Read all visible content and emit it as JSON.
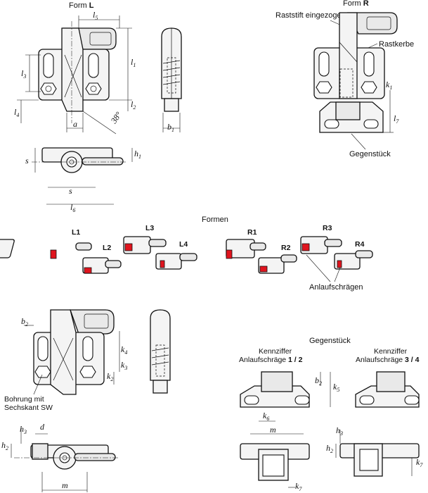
{
  "labels": {
    "form_l_prefix": "Form ",
    "form_l_letter": "L",
    "form_r_prefix": "Form ",
    "form_r_letter": "R",
    "raststift": "Raststift eingezogen",
    "rastkerbe": "Rastkerbe",
    "gegenstueck_top": "Gegenstück",
    "formen_title": "Formen",
    "anlaufschraegen": "Anlaufschrägen",
    "gegenstueck_title": "Gegenstück",
    "kennziffer_left_line1": "Kennziffer",
    "kennziffer_left_line2_prefix": "Anlaufschräge ",
    "kennziffer_left_numbers": "1 / 2",
    "kennziffer_right_line1": "Kennziffer",
    "kennziffer_right_line2_prefix": "Anlaufschräge ",
    "kennziffer_right_numbers": "3 / 4",
    "bohrung_line1": "Bohrung mit",
    "bohrung_line2": "Sechskant SW",
    "angle": "38°"
  },
  "shapes": [
    "L1",
    "L2",
    "L3",
    "L4",
    "R1",
    "R2",
    "R3",
    "R4"
  ],
  "dims": {
    "l5": {
      "m": "l",
      "s": "5"
    },
    "l1": {
      "m": "l",
      "s": "1"
    },
    "l3": {
      "m": "l",
      "s": "3"
    },
    "l2": {
      "m": "l",
      "s": "2"
    },
    "l4": {
      "m": "l",
      "s": "4"
    },
    "l6": {
      "m": "l",
      "s": "6"
    },
    "l7": {
      "m": "l",
      "s": "7"
    },
    "a": {
      "m": "a",
      "s": ""
    },
    "b1": {
      "m": "b",
      "s": "1"
    },
    "b2": {
      "m": "b",
      "s": "2"
    },
    "h1": {
      "m": "h",
      "s": "1"
    },
    "h2": {
      "m": "h",
      "s": "2"
    },
    "h3": {
      "m": "h",
      "s": "3"
    },
    "s": {
      "m": "s",
      "s": ""
    },
    "s2": {
      "m": "s",
      "s": ""
    },
    "k1": {
      "m": "k",
      "s": "1"
    },
    "k2": {
      "m": "k",
      "s": "2"
    },
    "k3": {
      "m": "k",
      "s": "3"
    },
    "k4": {
      "m": "k",
      "s": "4"
    },
    "k5": {
      "m": "k",
      "s": "5"
    },
    "k6": {
      "m": "k",
      "s": "6"
    },
    "k7": {
      "m": "k",
      "s": "7"
    },
    "k7b": {
      "m": "k",
      "s": "7"
    },
    "d": {
      "m": "d",
      "s": ""
    },
    "m1": {
      "m": "m",
      "s": ""
    },
    "m2": {
      "m": "m",
      "s": ""
    },
    "b2b": {
      "m": "b",
      "s": "2"
    },
    "h3b": {
      "m": "h",
      "s": "3"
    },
    "h2b": {
      "m": "h",
      "s": "2"
    }
  }
}
